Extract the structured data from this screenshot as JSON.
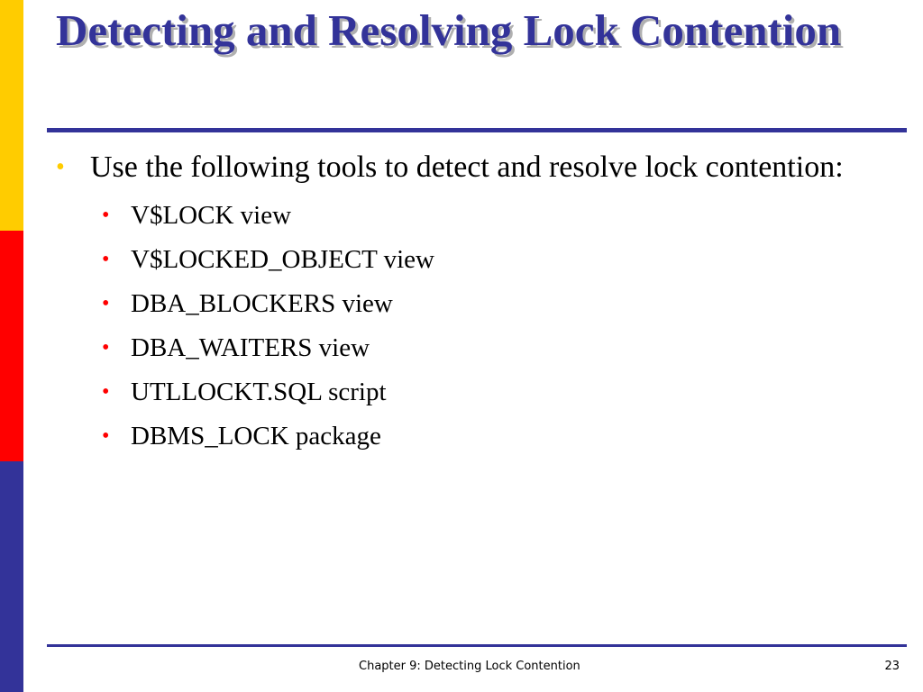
{
  "slide": {
    "title": "Detecting and Resolving Lock Contention",
    "main_bullet": {
      "text": "Use the following tools to detect and resolve lock contention:",
      "marker": "•"
    },
    "sub_bullets": [
      {
        "text": "V$LOCK view",
        "marker": "•"
      },
      {
        "text": "V$LOCKED_OBJECT view",
        "marker": "•"
      },
      {
        "text": "DBA_BLOCKERS view",
        "marker": "•"
      },
      {
        "text": "DBA_WAITERS view",
        "marker": "•"
      },
      {
        "text": "UTLLOCKT.SQL script",
        "marker": "•"
      },
      {
        "text": "DBMS_LOCK package",
        "marker": "•"
      }
    ]
  },
  "footer": {
    "chapter": "Chapter 9: Detecting Lock Contention",
    "page_number": "23"
  },
  "colors": {
    "title": "#333399",
    "rule": "#333399",
    "stripe_top": "#ffcc00",
    "stripe_middle": "#ff0000",
    "stripe_bottom": "#333399",
    "level1_bullet": "#ffcc00",
    "level2_bullet": "#ff0000"
  }
}
